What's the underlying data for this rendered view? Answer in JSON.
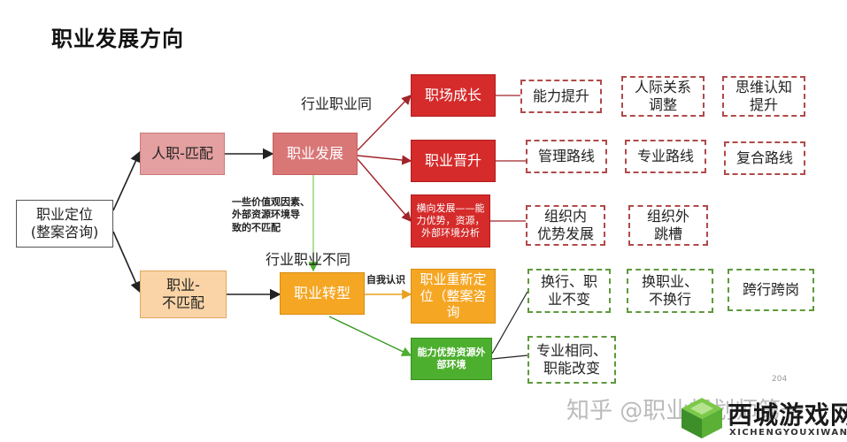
{
  "title": "职业发展方向",
  "nodes": {
    "positioning": "职业定位\n(整案咨询)",
    "match": "人职-匹配",
    "mismatch": "职业-\n不匹配",
    "development": "职业发展",
    "transform": "职业转型",
    "growth": "职场成长",
    "promotion": "职业晋升",
    "lateral": "横向发展——能力优势，资源，外部环境分析",
    "reposition": "职业重新定位（整案咨询",
    "advantage": "能力优势资源外部环境"
  },
  "options": {
    "ability": "能力提升",
    "relations": "人际关系\n调整",
    "thinking": "思维认知\n提升",
    "mgmt_path": "管理路线",
    "pro_path": "专业路线",
    "composite_path": "复合路线",
    "internal": "组织内\n优势发展",
    "external": "组织外\n跳槽",
    "change_industry": "换行、职\n业不变",
    "change_career": "换职业、\n不换行",
    "cross": "跨行跨岗",
    "same_industry": "专业相同、\n职能改变"
  },
  "labels": {
    "same_industry": "行业职业同",
    "diff_industry": "行业职业不同",
    "values_factors": "一些价值观因素、\n外部资源环境导\n致的不匹配",
    "self_awareness": "自我认识"
  },
  "watermark": "知乎 @职业规划师第一",
  "logo": {
    "text": "西城游戏网",
    "sub": "XICHENGYOUXIWANG"
  },
  "page_number": "204"
}
